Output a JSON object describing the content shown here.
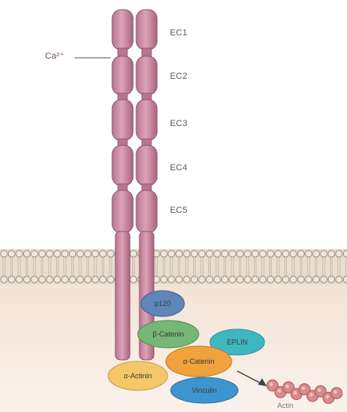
{
  "domains": [
    "EC1",
    "EC2",
    "EC3",
    "EC4",
    "EC5"
  ],
  "ion_label": "Ca²⁺",
  "proteins": {
    "p120": "p120",
    "beta_catenin": "β-Catenin",
    "alpha_catenin": "α-Catenin",
    "eplin": "EPLIN",
    "vinculin": "Vinculin",
    "alpha_actinin": "α-Actinin",
    "actin": "Actin"
  },
  "colors": {
    "cadherin": "#c98aa0",
    "membrane": "#d9c7b5",
    "cytoplasm": "#f6e9df",
    "p120": "#5f86b8",
    "beta_catenin": "#76b676",
    "alpha_catenin": "#f0a33c",
    "eplin": "#3fb7c2",
    "vinculin": "#3d95cf",
    "alpha_actinin": "#f4c869",
    "actin": "#d98a8a"
  }
}
